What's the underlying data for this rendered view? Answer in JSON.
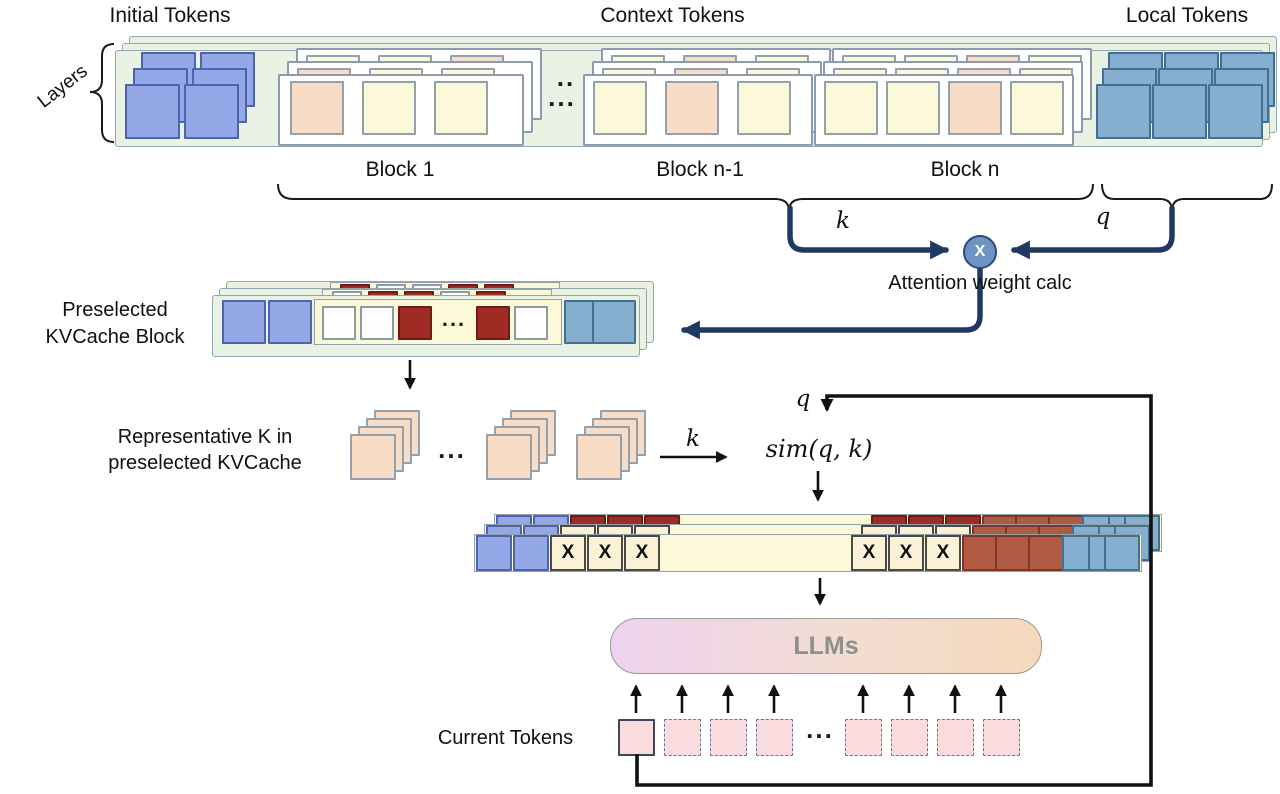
{
  "colors": {
    "panel_green": "#e9f2e3",
    "initial_blue": "#94a7e6",
    "local_blue": "#85aecf",
    "context_peach": "#f8dcc6",
    "context_cream": "#fcf9d8",
    "selected_red": "#a02a24",
    "evicted_brown": "#b05a42",
    "current_pink": "#fadcdf",
    "arrow_navy": "#1f3864",
    "llm_gradient_start": "#eed2ef",
    "llm_gradient_end": "#f5d9ba"
  },
  "header": {
    "initial_tokens": "Initial Tokens",
    "context_tokens": "Context Tokens",
    "local_tokens": "Local Tokens",
    "layers": "Layers"
  },
  "kv_panel": {
    "dots_row1": "..",
    "dots_row2": "...",
    "block_labels": [
      "Block 1",
      "Block n-1",
      "Block n"
    ]
  },
  "attention": {
    "k": "k",
    "q": "q",
    "multiply": "X",
    "caption": "Attention weight calc"
  },
  "preselected": {
    "label_line1": "Preselected",
    "label_line2": "KVCache Block",
    "dots": "..."
  },
  "representative": {
    "label_line1": "Representative K in",
    "label_line2": "preselected KVCache",
    "dots": "...",
    "k": "k",
    "q": "q",
    "sim": "sim(q, k)"
  },
  "selection_row": {
    "x_mark": "X"
  },
  "llm": {
    "label": "LLMs"
  },
  "current": {
    "label": "Current Tokens",
    "dots": "..."
  }
}
